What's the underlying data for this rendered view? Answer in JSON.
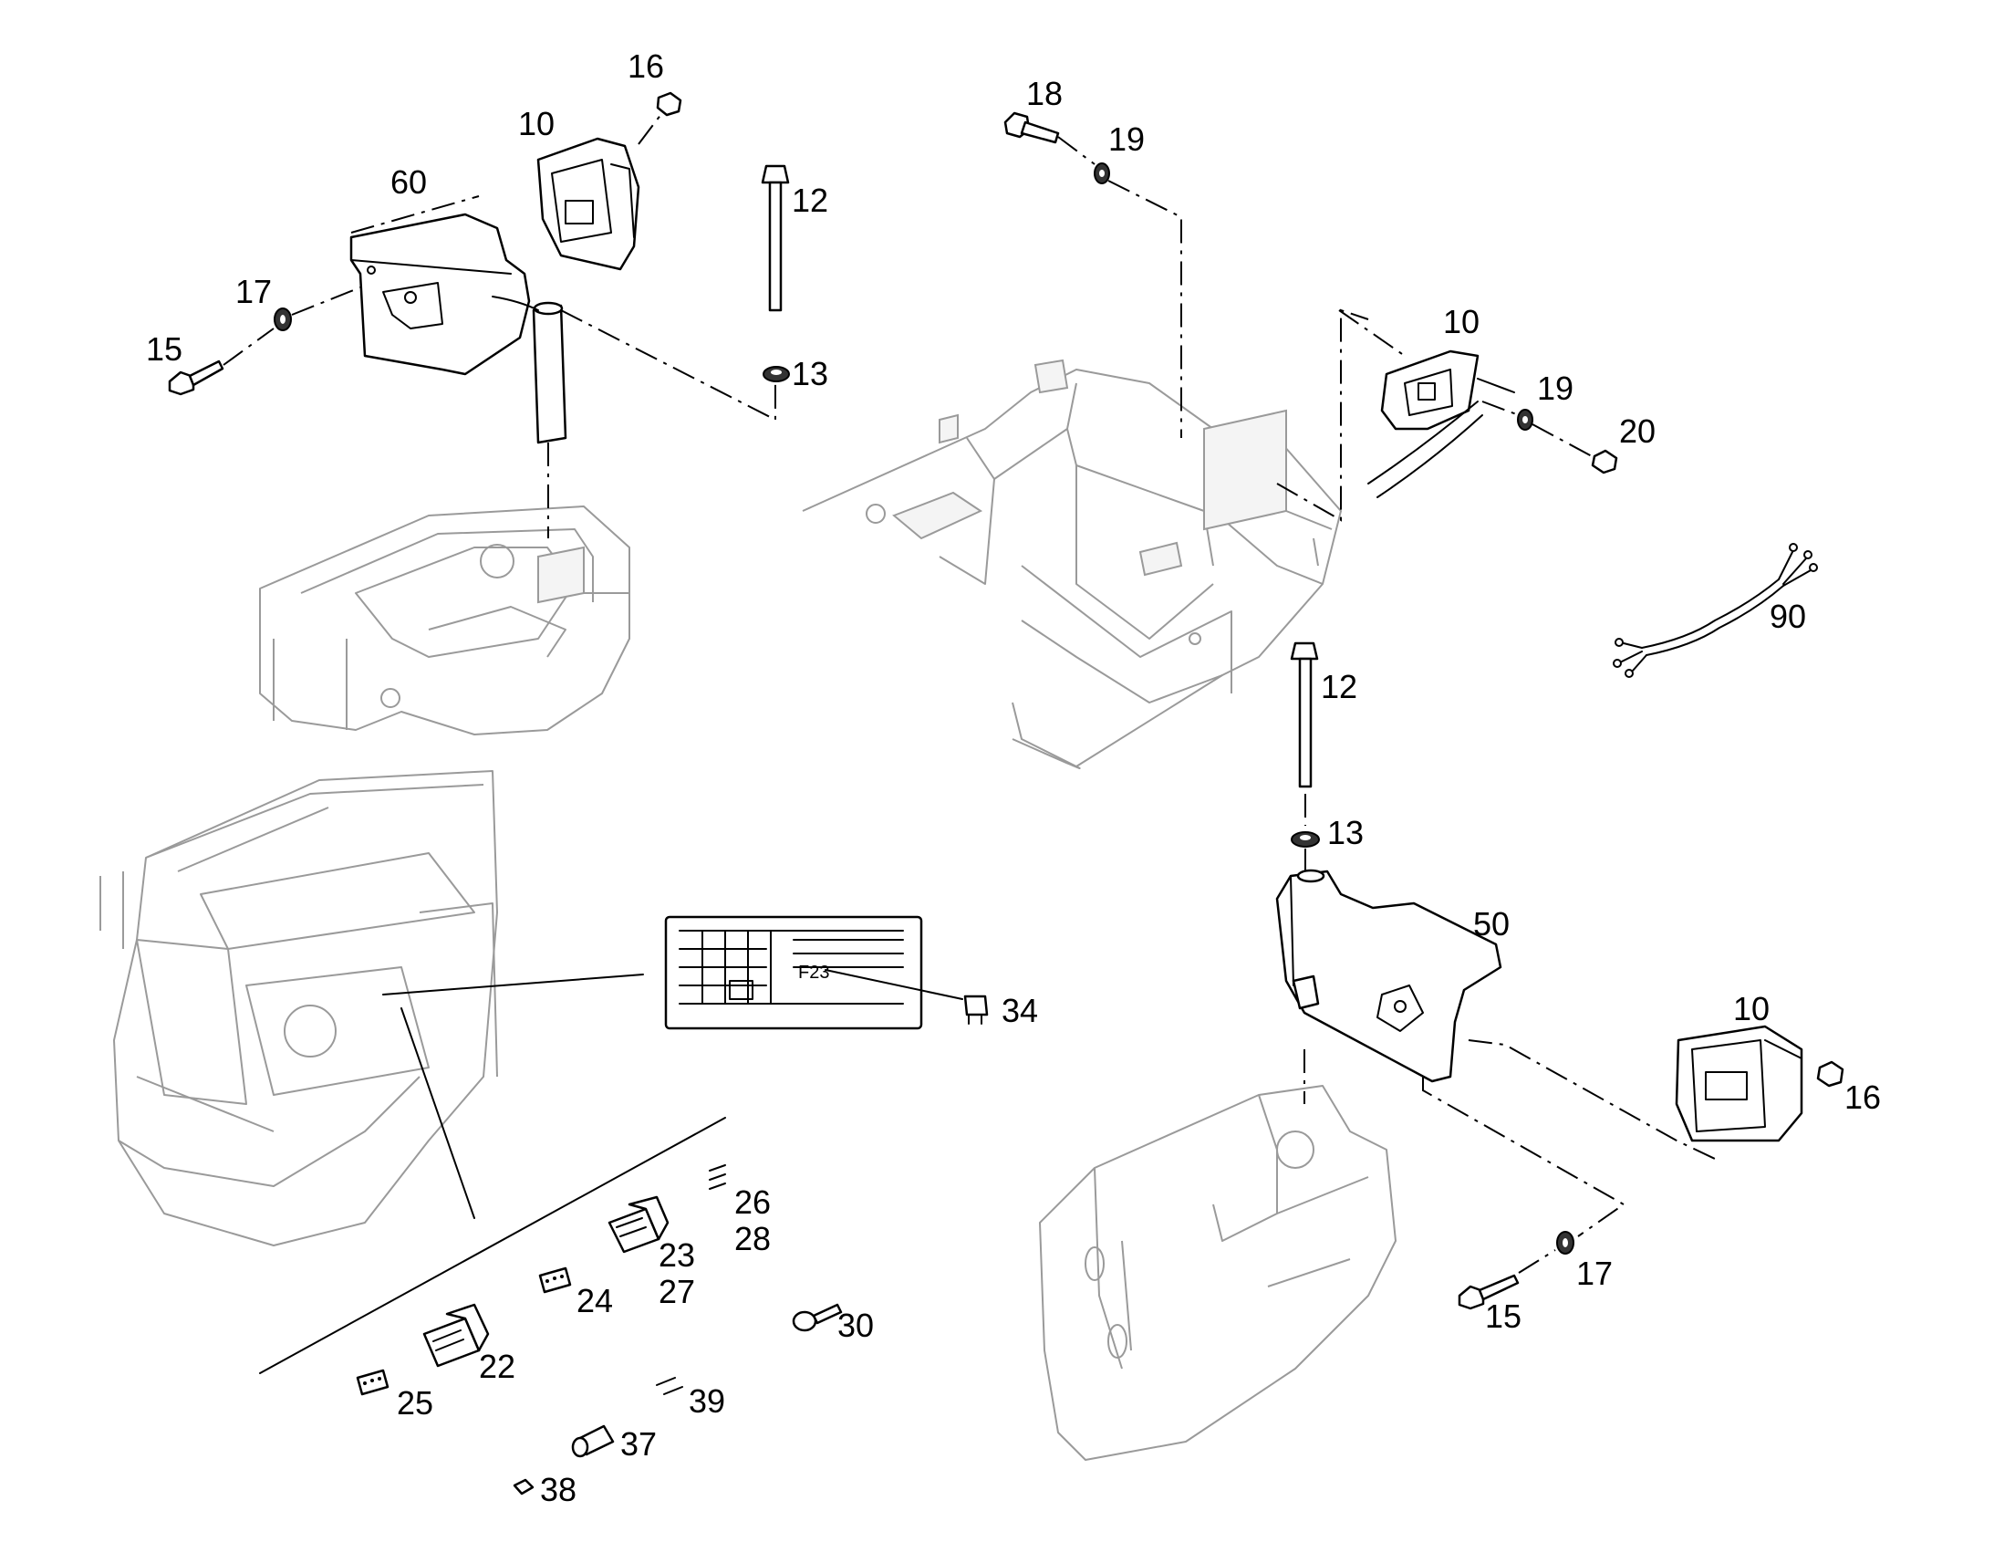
{
  "callouts": {
    "c16_a": "16",
    "c10_a": "10",
    "c60": "60",
    "c12_a": "12",
    "c17_a": "17",
    "c15_a": "15",
    "c13_a": "13",
    "c18": "18",
    "c19_a": "19",
    "c10_b": "10",
    "c19_b": "19",
    "c20": "20",
    "c90": "90",
    "c12_b": "12",
    "c13_b": "13",
    "c50": "50",
    "c10_c": "10",
    "c16_b": "16",
    "c34": "34",
    "c26": "26",
    "c28": "28",
    "c23": "23",
    "c27": "27",
    "c24": "24",
    "c30": "30",
    "c22": "22",
    "c25": "25",
    "c39": "39",
    "c37": "37",
    "c38": "38",
    "c17_b": "17",
    "c15_b": "15"
  },
  "fuse_box": {
    "fuse_label": "F23"
  }
}
